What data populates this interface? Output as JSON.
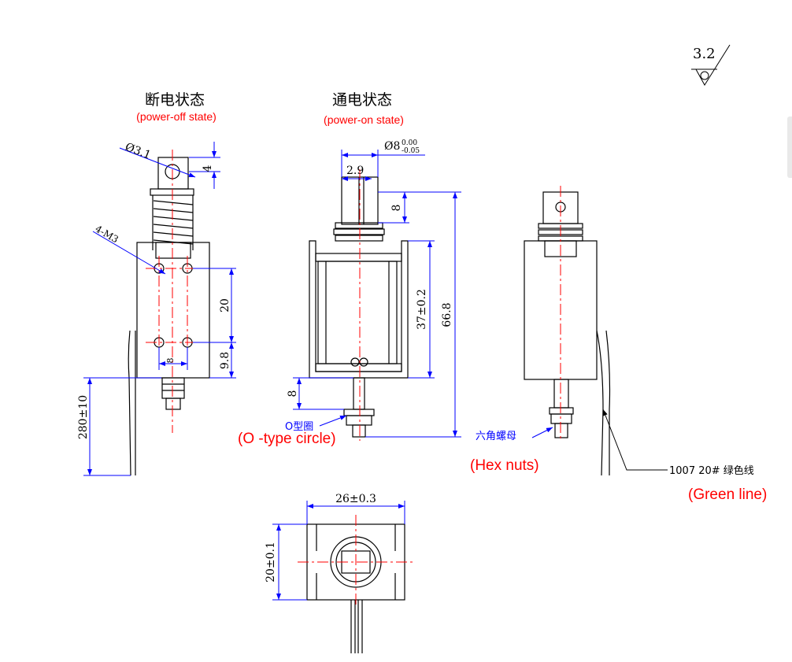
{
  "roughness": "3.2",
  "views": {
    "off": {
      "title": "断电状态",
      "subtitle": "(power-off state)"
    },
    "on": {
      "title": "通电状态",
      "subtitle": "(power-on state)"
    }
  },
  "dimensions": {
    "hole_dia": "Ø3.1",
    "top_gap": "4",
    "thread": "4-M3",
    "hole_pitch_v": "20",
    "bottom_margin": "9.8",
    "hole_pitch_h": "8",
    "lead_length": "280±10",
    "shaft_dia": "Ø8",
    "shaft_tol_upper": "0.00",
    "shaft_tol_lower": "-0.05",
    "slot_width": "2.9",
    "slot_depth": "8",
    "body_height": "37±0.2",
    "total_length": "66.8",
    "shaft_ext": "8",
    "body_width": "26±0.3",
    "body_depth": "20±0.1"
  },
  "callouts": {
    "o_ring_cn": "O型圈",
    "o_ring_en": "(O -type circle)",
    "hex_nut_cn": "六角螺母",
    "hex_nut_en": "(Hex nuts)",
    "wire_cn": "1007 20# 绿色线",
    "wire_en": "(Green line)"
  },
  "colors": {
    "outline": "#000000",
    "dimension": "#0000ff",
    "centerline": "#ff0000",
    "annotation_en": "#ff0000"
  }
}
